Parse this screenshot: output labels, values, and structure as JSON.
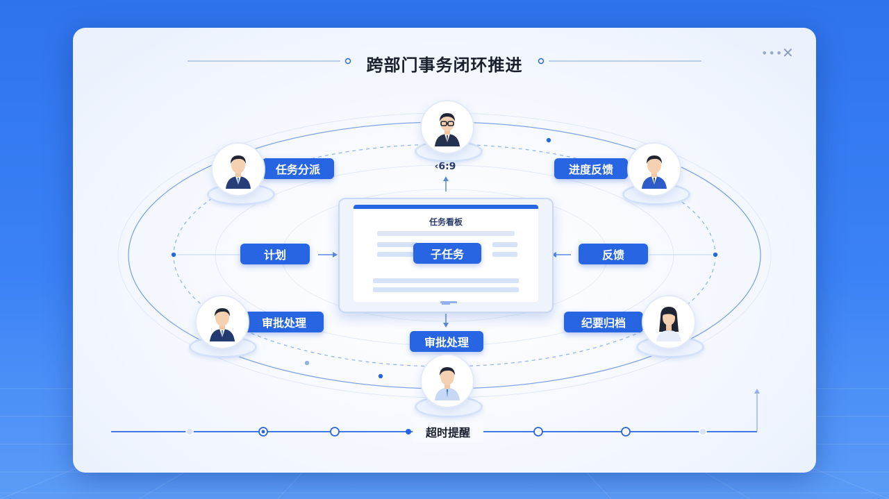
{
  "title": "跨部门事务闭环推进",
  "window_controls": {
    "more": "•••",
    "close": "✕"
  },
  "center_board": {
    "title": "任务看板",
    "subtask_label": "子任务"
  },
  "top_tag": "‹6:9",
  "steps": {
    "task_assign": "任务分派",
    "progress_feedback": "进度反馈",
    "plan": "计划",
    "feedback": "反馈",
    "approval_left": "审批处理",
    "archive": "纪要归档",
    "approval_bottom": "审批处理"
  },
  "timeline": {
    "label": "超时提醒"
  },
  "people": [
    {
      "icon": "avatar-man-glasses-icon"
    },
    {
      "icon": "avatar-man-suit-icon"
    },
    {
      "icon": "avatar-man-suit-icon"
    },
    {
      "icon": "avatar-man-badge-icon"
    },
    {
      "icon": "avatar-woman-icon"
    },
    {
      "icon": "avatar-man-shirt-icon"
    }
  ],
  "colors": {
    "accent": "#2765e2",
    "background": "#3b82f6",
    "card": "#ffffff",
    "line": "#7fa3e4"
  }
}
